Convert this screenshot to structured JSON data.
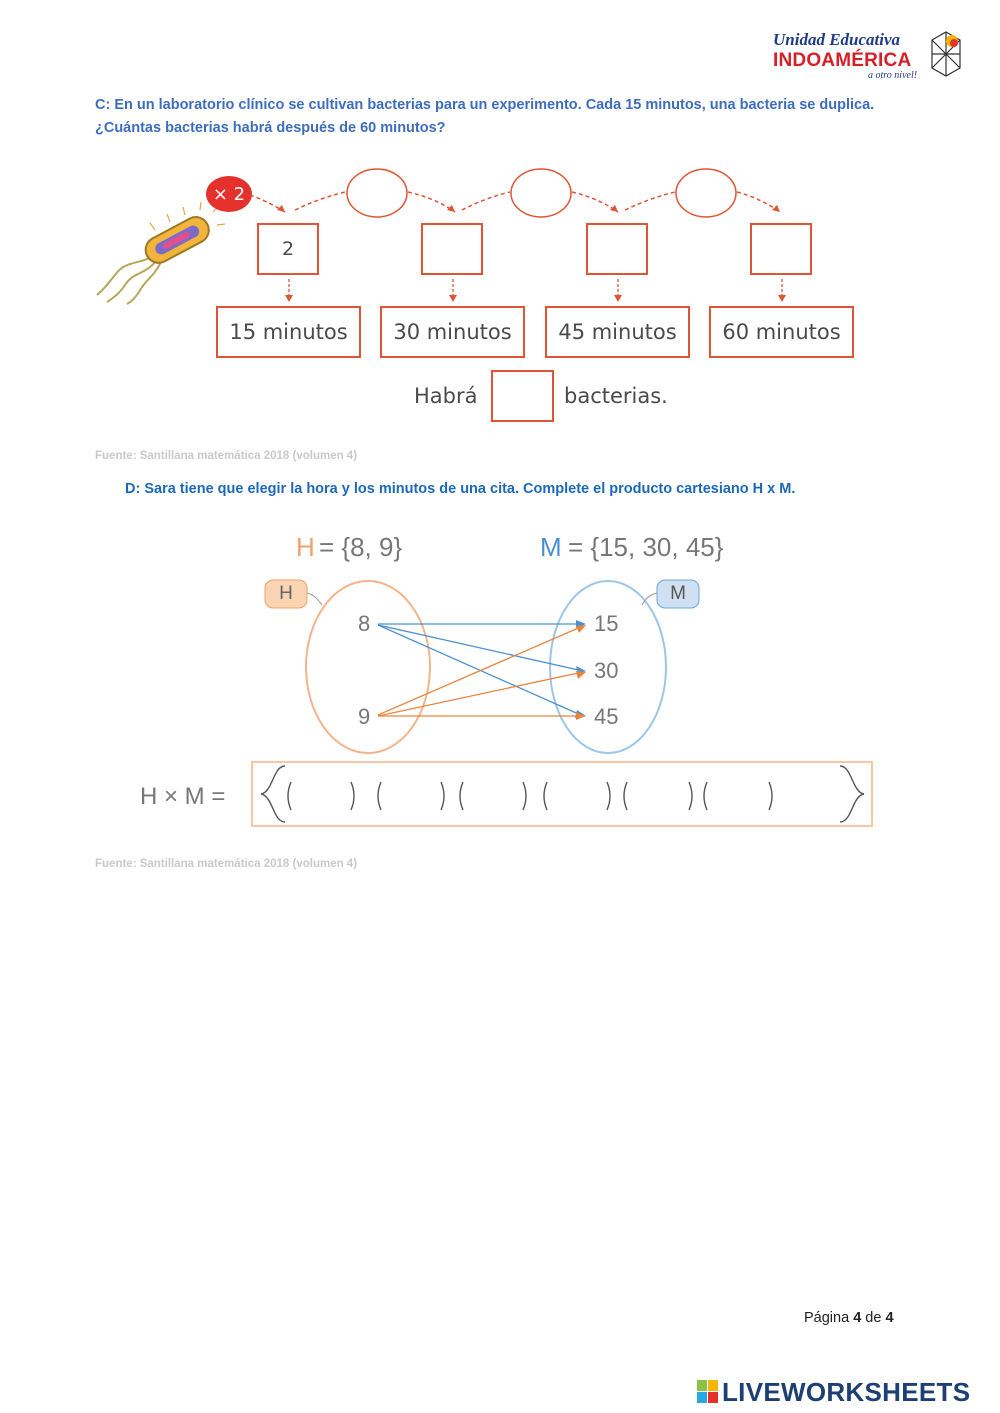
{
  "logo": {
    "line1": "Unidad Educativa",
    "line2": "INDOAMÉRICA",
    "tagline": "a otro nivel!",
    "brand_blue": "#1f3c88",
    "brand_red": "#d61f26"
  },
  "question_c": {
    "text": "C: En un laboratorio clínico se cultivan bacterias para un experimento. Cada 15 minutos, una bacteria se duplica. ¿Cuántas bacterias habrá después de 60 minutos?",
    "multiplier": "× 2",
    "values": [
      "2",
      "",
      "",
      ""
    ],
    "intervals": [
      "15 minutos",
      "30 minutos",
      "45 minutos",
      "60 minutos"
    ],
    "answer_prefix": "Habrá",
    "answer_suffix": "bacterias.",
    "source": "Fuente: Santillana matemática 2018 (volumen 4)",
    "accent": "#e05535"
  },
  "question_d": {
    "text": "D: Sara tiene que elegir la hora y los minutos de una cita. Complete el producto cartesiano H x M.",
    "set_h_name": "H",
    "set_h_def": "= {8, 9}",
    "set_m_name": "M",
    "set_m_def": "= {15, 30, 45}",
    "tag_h": "H",
    "tag_m": "M",
    "h_elements": [
      "8",
      "9"
    ],
    "m_elements": [
      "15",
      "30",
      "45"
    ],
    "product_label": "H × M =",
    "pairs_count_blank": [
      "(",
      ")",
      "(",
      ")",
      "(",
      ")",
      "(",
      ")",
      "(",
      ")",
      "(",
      ")"
    ],
    "source": "Fuente: Santillana matemática 2018 (volumen 4)",
    "h_color": "#f0a06a",
    "m_color": "#6aa9d8"
  },
  "footer": {
    "page_prefix": "Página",
    "page_current": "4",
    "page_sep": "de",
    "page_total": "4",
    "watermark": "LIVEWORKSHEETS"
  }
}
